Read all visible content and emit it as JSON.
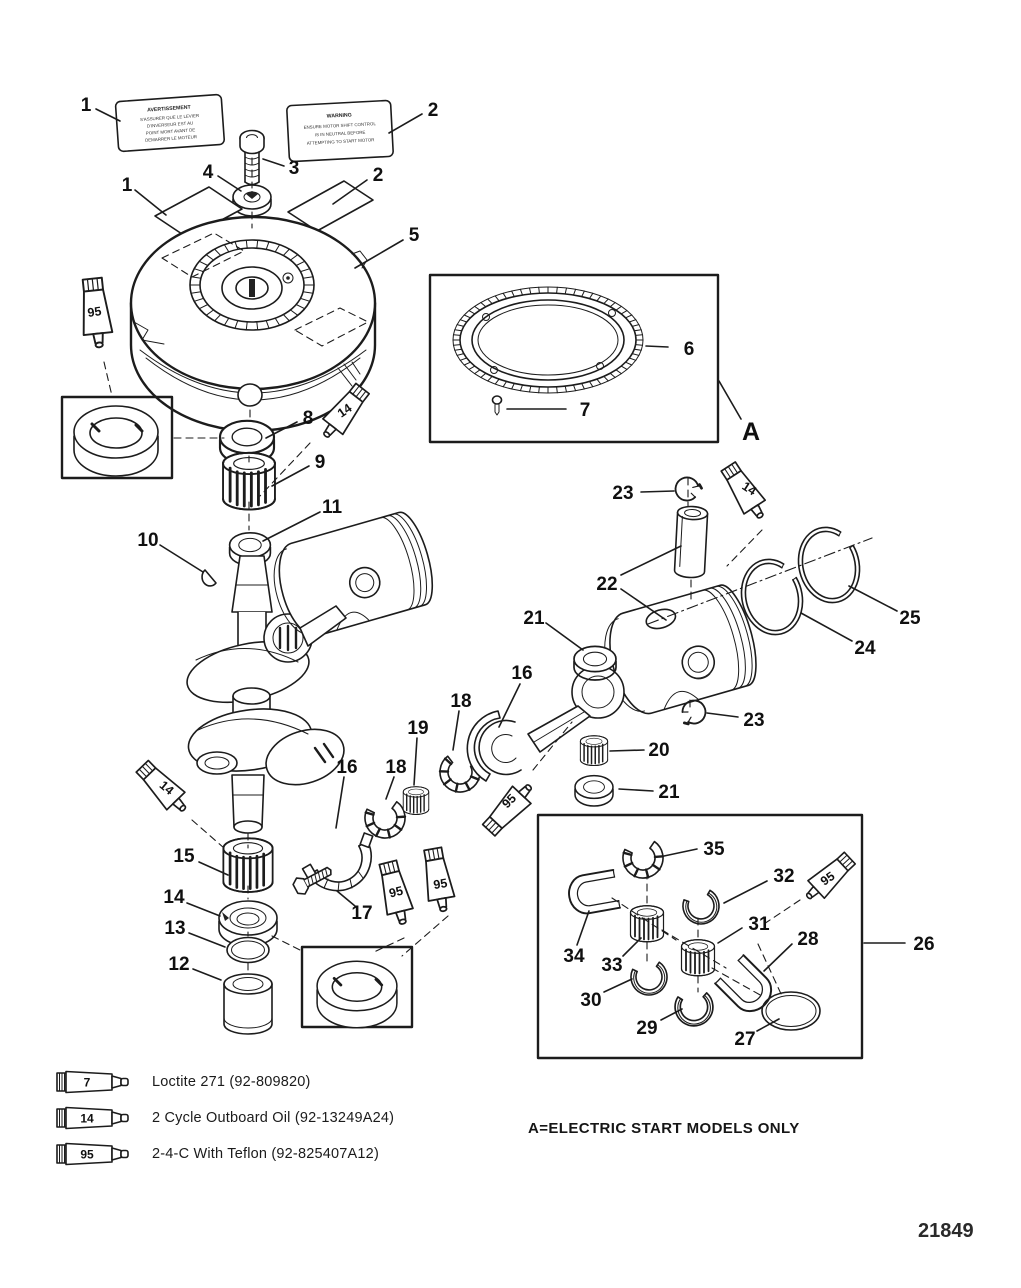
{
  "drawing_number": "21849",
  "note_a": "A=ELECTRIC START MODELS ONLY",
  "decal_warning_fr": {
    "title": "AVERTISSEMENT",
    "lines": [
      "S'ASSURER QUE LE LEVIER",
      "D'INVERSEUR EST AU",
      "POINT MORT AVANT DE",
      "DEMARRER LE MOTEUR"
    ]
  },
  "decal_warning_en": {
    "title": "WARNING",
    "lines": [
      "ENSURE MOTOR SHIFT CONTROL",
      "IS IN NEUTRAL BEFORE",
      "ATTEMPTING TO START MOTOR"
    ]
  },
  "legend": {
    "rows": [
      {
        "tube": "7",
        "text": "Loctite 271 (92-809820)"
      },
      {
        "tube": "14",
        "text": "2 Cycle Outboard Oil (92-13249A24)"
      },
      {
        "tube": "95",
        "text": "2-4-C  With Teflon (92-825407A12)"
      }
    ]
  },
  "callouts": [
    {
      "label": "1"
    },
    {
      "label": "2"
    },
    {
      "label": "3"
    },
    {
      "label": "4"
    },
    {
      "label": "1"
    },
    {
      "label": "2"
    },
    {
      "label": "5"
    },
    {
      "label": "6"
    },
    {
      "label": "7"
    },
    {
      "label": "A"
    },
    {
      "label": "8"
    },
    {
      "label": "9"
    },
    {
      "label": "11"
    },
    {
      "label": "10"
    },
    {
      "label": "23"
    },
    {
      "label": "22"
    },
    {
      "label": "21"
    },
    {
      "label": "25"
    },
    {
      "label": "24"
    },
    {
      "label": "23"
    },
    {
      "label": "16"
    },
    {
      "label": "18"
    },
    {
      "label": "20"
    },
    {
      "label": "21"
    },
    {
      "label": "19"
    },
    {
      "label": "18"
    },
    {
      "label": "16"
    },
    {
      "label": "15"
    },
    {
      "label": "14"
    },
    {
      "label": "13"
    },
    {
      "label": "12"
    },
    {
      "label": "17"
    },
    {
      "label": "35"
    },
    {
      "label": "32"
    },
    {
      "label": "31"
    },
    {
      "label": "28"
    },
    {
      "label": "34"
    },
    {
      "label": "33"
    },
    {
      "label": "30"
    },
    {
      "label": "29"
    },
    {
      "label": "27"
    },
    {
      "label": "26"
    }
  ],
  "tubes": [
    {
      "label": "95"
    },
    {
      "label": "14"
    },
    {
      "label": "14"
    },
    {
      "label": "14"
    },
    {
      "label": "95"
    },
    {
      "label": "95"
    },
    {
      "label": "95"
    },
    {
      "label": "95"
    }
  ]
}
